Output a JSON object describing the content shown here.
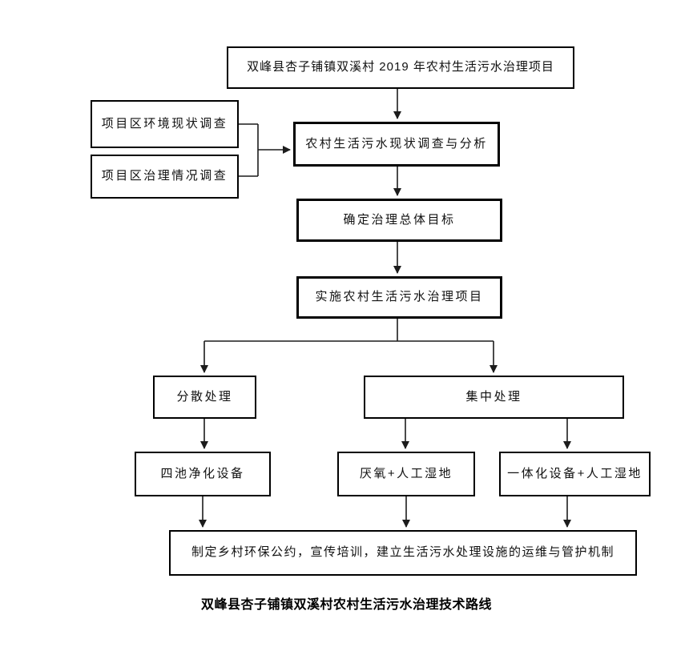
{
  "colors": {
    "background": "#ffffff",
    "ink": "#111111",
    "box_border": "#000000"
  },
  "diagram": {
    "nodes": {
      "project": {
        "label": "双峰县杏子铺镇双溪村 2019 年农村生活污水治理项目"
      },
      "env_survey": {
        "label": "项目区环境现状调查"
      },
      "treatment_survey": {
        "label": "项目区治理情况调查"
      },
      "analysis": {
        "label": "农村生活污水现状调查与分析"
      },
      "goal": {
        "label": "确定治理总体目标"
      },
      "implement": {
        "label": "实施农村生活污水治理项目"
      },
      "dispersed": {
        "label": "分散处理"
      },
      "centralized": {
        "label": "集中处理"
      },
      "four_pond": {
        "label": "四池净化设备"
      },
      "anaerobic_wetland": {
        "label": "厌氧+人工湿地"
      },
      "integrated_wetland": {
        "label": "一体化设备+人工湿地"
      },
      "mechanism": {
        "label": "制定乡村环保公约，宣传培训，建立生活污水处理设施的运维与管护机制"
      }
    },
    "caption": "双峰县杏子铺镇双溪村农村生活污水治理技术路线"
  }
}
